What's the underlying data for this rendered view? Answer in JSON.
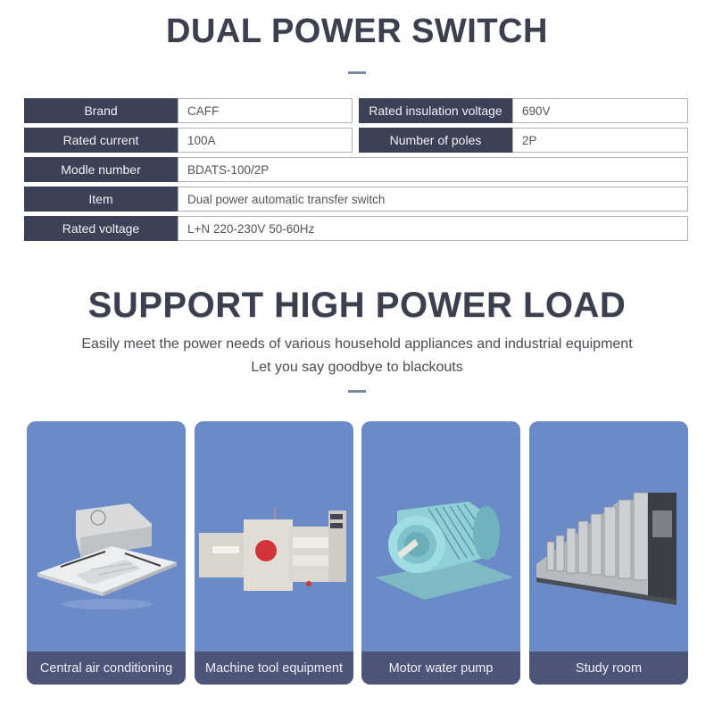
{
  "header": {
    "title": "DUAL POWER SWITCH"
  },
  "specs": {
    "brand": {
      "label": "Brand",
      "value": "CAFF"
    },
    "rated_insulation_voltage": {
      "label": "Rated insulation voltage",
      "value": "690V"
    },
    "rated_current": {
      "label": "Rated current",
      "value": "100A"
    },
    "number_of_poles": {
      "label": "Number of poles",
      "value": "2P"
    },
    "model_number": {
      "label": "Modle number",
      "value": "BDATS-100/2P"
    },
    "item": {
      "label": "Item",
      "value": "Dual power automatic transfer switch"
    },
    "rated_voltage": {
      "label": "Rated voltage",
      "value": "L+N 220-230V 50-60Hz"
    }
  },
  "section2": {
    "title": "SUPPORT HIGH POWER LOAD",
    "subtitle_line1": "Easily meet the power needs of various household appliances and industrial equipment",
    "subtitle_line2": "Let you say goodbye to blackouts"
  },
  "applications": [
    {
      "label": "Central air conditioning",
      "icon": "air-conditioner-image"
    },
    {
      "label": "Machine tool equipment",
      "icon": "machine-tool-image"
    },
    {
      "label": "Motor water pump",
      "icon": "electric-motor-image"
    },
    {
      "label": "Study room",
      "icon": "printing-press-image"
    }
  ],
  "colors": {
    "label_bg": "#3d4156",
    "card_bg": "#6b8ac8",
    "caption_bg": "#4c5477",
    "accent_dash": "#7a8aa3"
  }
}
